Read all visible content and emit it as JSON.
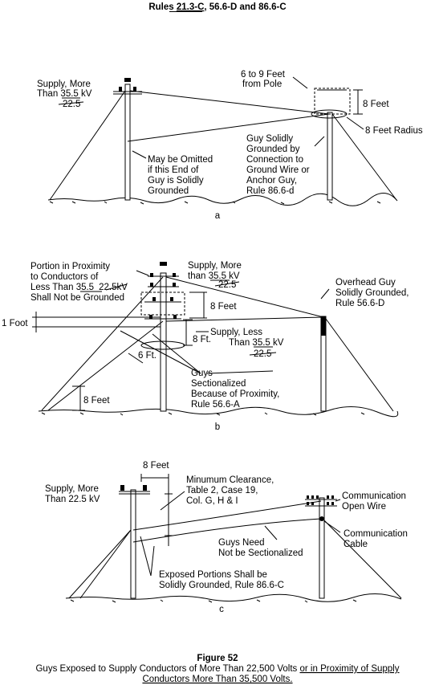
{
  "header": {
    "prefix": "Rules ",
    "rule1": "21.3-C",
    "sep": ", ",
    "rest": "56.6-D and 86.6-C"
  },
  "panel_a": {
    "supply_line1": "Supply, More",
    "supply_than": "Than ",
    "supply_kv_new": "35.5",
    "supply_unit": " kV",
    "supply_kv_old": "22.5",
    "distance_line1": "6 to 9 Feet",
    "distance_line2": "from Pole",
    "height": "8 Feet",
    "radius": "8 Feet Radius",
    "grounded_line1": "Guy Solidly",
    "grounded_line2": "Grounded by",
    "grounded_line3": "Connection to",
    "grounded_line4": "Ground Wire or",
    "grounded_line5": "Anchor Guy,",
    "grounded_line6": "Rule 86.6-d",
    "omit_line1": "May be Omitted",
    "omit_line2": "if this End of",
    "omit_line3": "Guy is Solidly",
    "omit_line4": "Grounded",
    "caption": "a"
  },
  "panel_b": {
    "portion_line1": "Portion in Proximity",
    "portion_line2": "to Conductors of",
    "portion_less": "Less Than ",
    "portion_kv_new": "35.5",
    "portion_kv_old": "22.5",
    "portion_unit": "kV",
    "portion_line4": "Shall Not be Grounded",
    "supply_line1": "Supply, More",
    "supply_than": "than ",
    "supply_kv_new": "35.5",
    "supply_unit": " kV",
    "supply_kv_old": "22.5",
    "overhead_line1": "Overhead Guy",
    "overhead_line2": "Solidly Grounded,",
    "overhead_line3": "Rule 56.6-D",
    "one_foot": "1 Foot",
    "height": "8 Feet",
    "height_ft": "8 Ft.",
    "width_ft": "6 Ft.",
    "less_line1": "Supply, Less",
    "less_than": "Than ",
    "less_kv_new": "35.5",
    "less_unit": " kV",
    "less_kv_old": "22.5",
    "guys_line1": "Guys",
    "guys_line2": "Sectionalized",
    "guys_line3": "Because of Proximity,",
    "guys_line4": "Rule 56.6-A",
    "anchor_height": "8 Feet",
    "caption": "b"
  },
  "panel_c": {
    "top_distance": "8 Feet",
    "supply_line1": "Supply, More",
    "supply_line2": "Than 22.5 kV",
    "clearance_line1": "Minumum Clearance,",
    "clearance_line2": "Table 2, Case 19,",
    "clearance_line3": "Col. G, H & I",
    "comm_open_line1": "Communication",
    "comm_open_line2": "Open Wire",
    "comm_cable_line1": "Communication",
    "comm_cable_line2": "Cable",
    "guys_line1": "Guys Need",
    "guys_line2": "Not be Sectionalized",
    "exposed_line1": "Exposed Portions Shall be",
    "exposed_line2": "Solidly Grounded, Rule 86.6-C",
    "caption": "c"
  },
  "footer": {
    "figure": "Figure 52",
    "line1_plain": "Guys Exposed to Supply Conductors of More Than 22,500 Volts ",
    "line1_underlined": "or in Proximity of Supply",
    "line2_underlined": "Conductors More Than 35,500 Volts."
  }
}
